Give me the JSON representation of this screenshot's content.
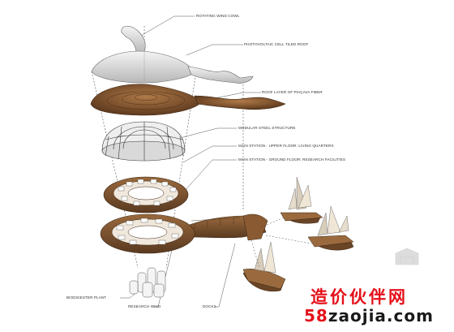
{
  "labels": {
    "rotating_wind_cowl": "ROTATING WIND COWL",
    "photovoltaic_roof": "PHOTOVOLTAIC CELL TILED ROOF",
    "roof_layer": "ROOF LAYER OF PIAÇAVA FIBER",
    "steel_structure": "MODULAR STEEL STRUCTURE",
    "upper_floor": "MAIN STATION - UPPER FLOOR: LIVING QUARTERS",
    "ground_floor": "MAIN STATION - GROUND FLOOR: RESEARCH FACILITIES",
    "biodigester": "BIODIGESTER PLANT",
    "research_wing": "RESEARCH WING",
    "docks": "DOCKS"
  },
  "watermark": {
    "chinese": "造价伙伴网",
    "number": "58",
    "domain": "zaojia.com"
  },
  "colors": {
    "wood": "#8a5a32",
    "wood_dark": "#5a3a20",
    "roof_silver": "#d8d8d8",
    "watermark_red": "#e5101a"
  }
}
